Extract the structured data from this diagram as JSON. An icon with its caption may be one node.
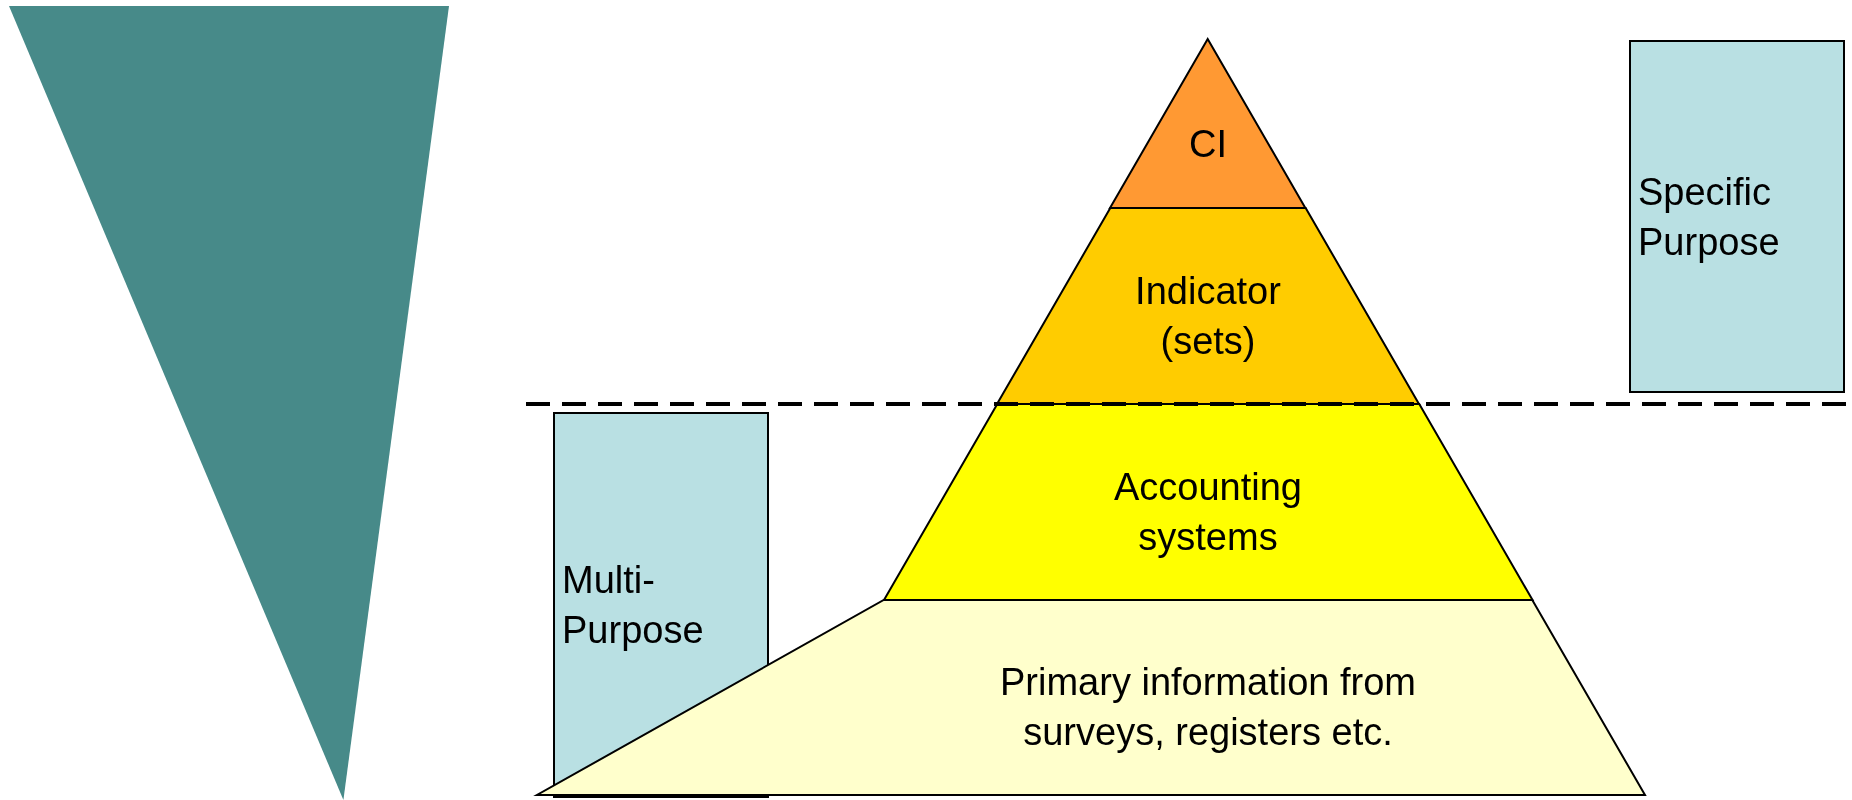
{
  "diagram": {
    "nodes": [
      {
        "text": [],
        "shape": "triangle"
      },
      {
        "text": [
          "CI"
        ]
      },
      {
        "text": [
          "Specific Purpose"
        ]
      },
      {
        "text": [
          "Indicator (sets)"
        ]
      },
      {
        "text": [
          "Multi- Purpose"
        ]
      },
      {
        "text": [
          "Accounting systems"
        ]
      },
      {
        "text": [
          "Primary information from surveys, registers etc."
        ]
      }
    ],
    "edges": []
  }
}
